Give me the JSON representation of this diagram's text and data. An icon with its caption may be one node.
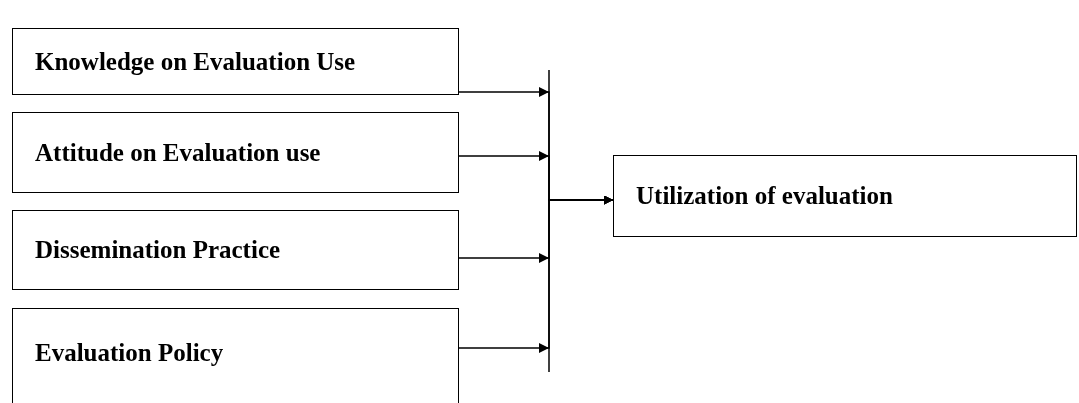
{
  "diagram": {
    "nodes": [
      {
        "text": [
          "Knowledge on Evaluation Use"
        ]
      },
      {
        "text": [
          "Attitude on Evaluation use"
        ]
      },
      {
        "text": [
          "Dissemination Practice"
        ]
      },
      {
        "text": [
          "Evaluation Policy"
        ]
      },
      {
        "text": [
          "Utilization of evaluation"
        ]
      }
    ],
    "edges": [
      {
        "from": 0,
        "to": 4,
        "arrow": "to"
      },
      {
        "from": 1,
        "to": 4,
        "arrow": "to"
      },
      {
        "from": 2,
        "to": 4,
        "arrow": "to"
      },
      {
        "from": 3,
        "to": 4,
        "arrow": "to"
      }
    ]
  }
}
